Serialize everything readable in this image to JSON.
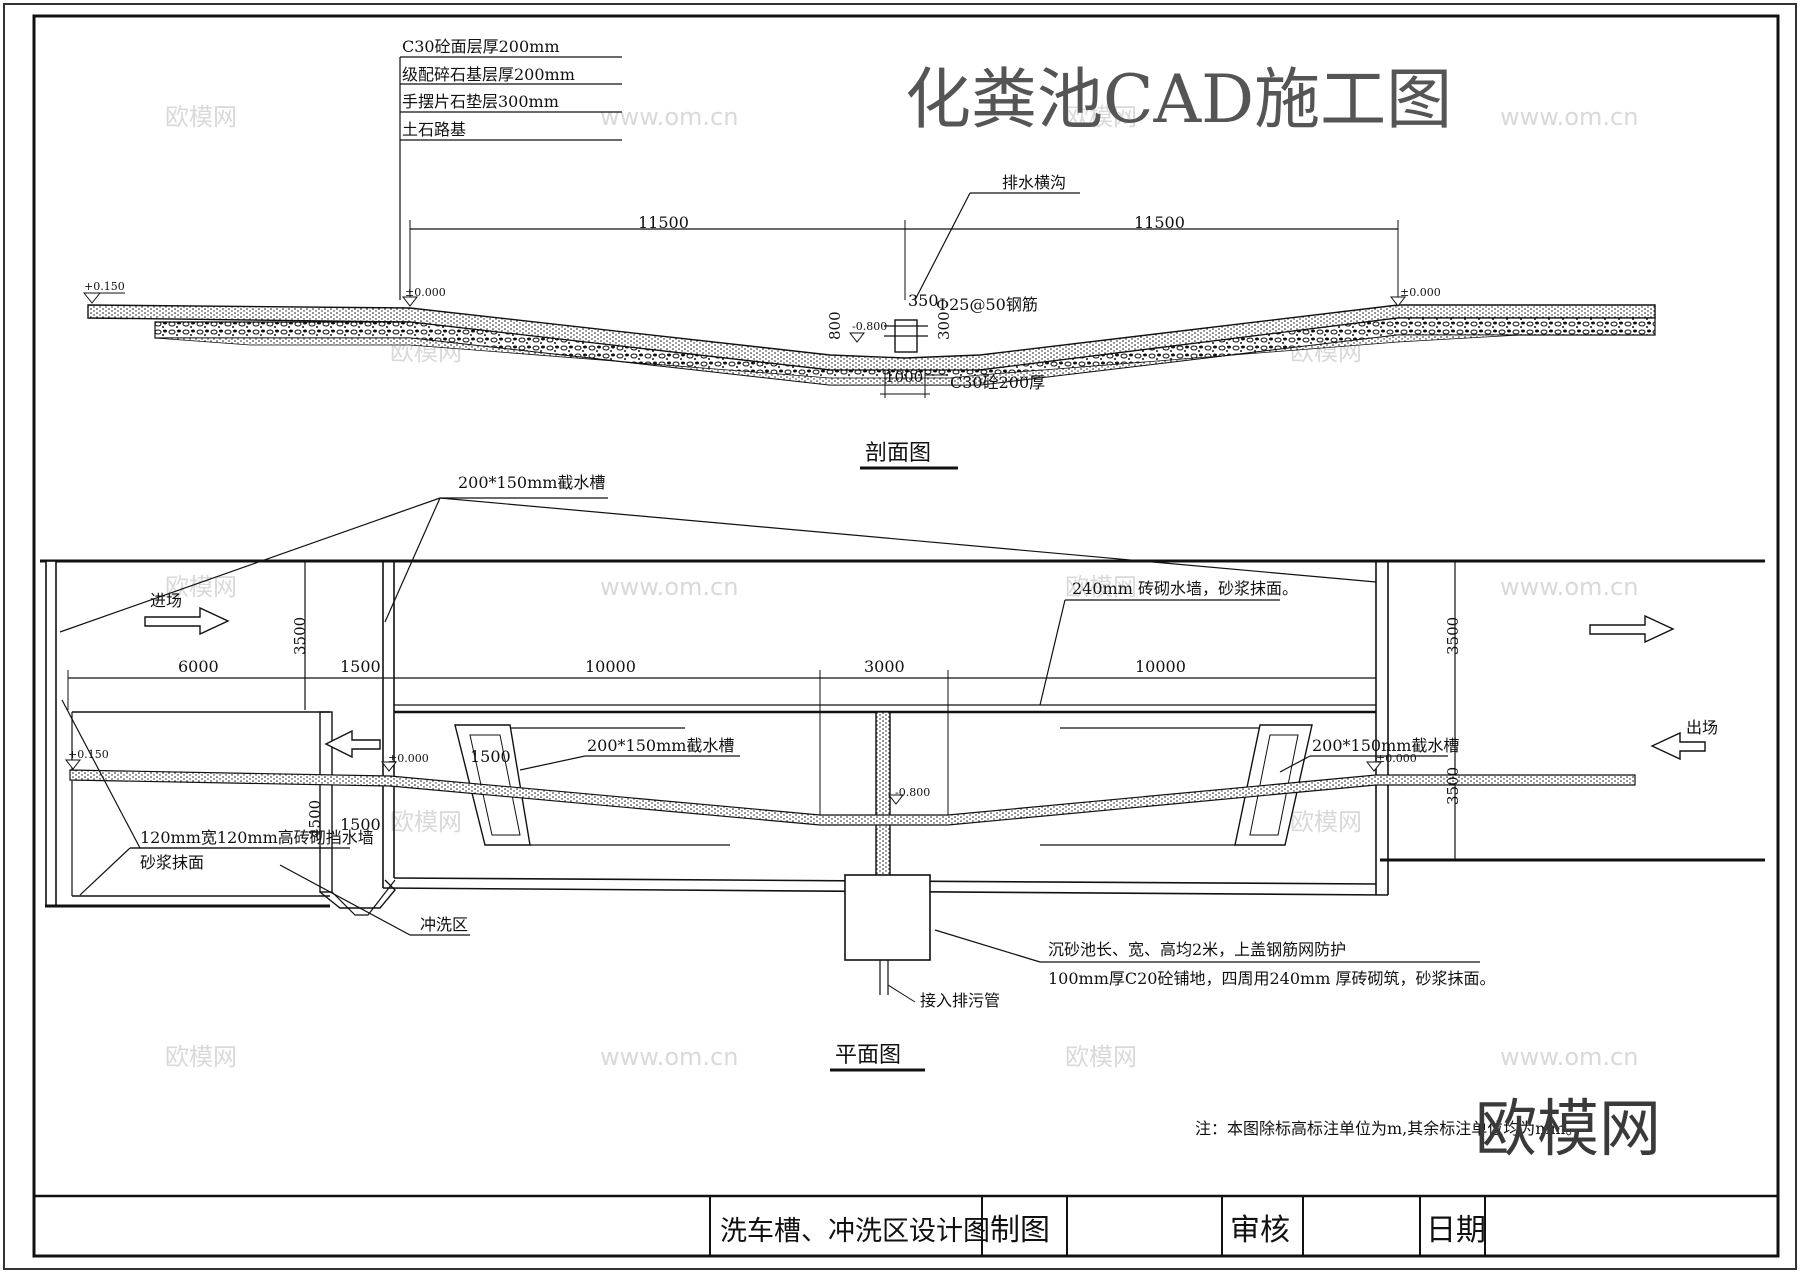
{
  "title": "化粪池CAD施工图",
  "brand": "欧模网",
  "watermark": {
    "cn": "欧模网",
    "url": "www.om.cn"
  },
  "layers": [
    "C30砼面层厚200mm",
    "级配碎石基层厚200mm",
    "手摆片石垫层300mm",
    "土石路基"
  ],
  "section": {
    "caption": "剖面图",
    "drain_label": "排水横沟",
    "dim_left": "11500",
    "dim_right": "11500",
    "elev_outer": "+0.150",
    "elev_left": "±0.000",
    "elev_right": "±0.000",
    "elev_center": "-0.800",
    "dim_350": "350",
    "rebar": "Φ25@50钢筋",
    "dim_800": "800",
    "dim_300": "300",
    "dim_1000": "1000",
    "c30": "C30砼200厚"
  },
  "plan": {
    "caption": "平面图",
    "trough_top": "200*150mm截水槽",
    "trough_mid": "200*150mm截水槽",
    "trough_right": "200*150mm截水槽",
    "wall_note": "240mm 砖砌水墙，砂浆抹面。",
    "entry": "进场",
    "exit": "出场",
    "dims": [
      "6000",
      "1500",
      "10000",
      "3000",
      "10000"
    ],
    "dim_3500_left": "3500",
    "dim_3500_right": "3500",
    "dim_3500_lower": "3500",
    "dim_4500": "4500",
    "dim_1500_a": "1500",
    "dim_1500_b": "1500",
    "elev_outer": "+0.150",
    "elev_left": "±0.000",
    "elev_right": "±0.000",
    "elev_center": "-0.800",
    "retaining_1": "120mm宽120mm高砖砌挡水墙",
    "retaining_2": "砂浆抹面",
    "wash_zone": "冲洗区",
    "sump_1": "沉砂池长、宽、高均2米，上盖钢筋网防护",
    "sump_2": "100mm厚C20砼铺地，四周用240mm 厚砖砌筑，砂浆抹面。",
    "sewer": "接入排污管"
  },
  "note": "注：本图除标高标注单位为m,其余标注单位均为mm。",
  "titleblock": {
    "drawing": "洗车槽、冲洗区设计图",
    "drawn": "制图",
    "check": "审核",
    "date": "日期"
  }
}
